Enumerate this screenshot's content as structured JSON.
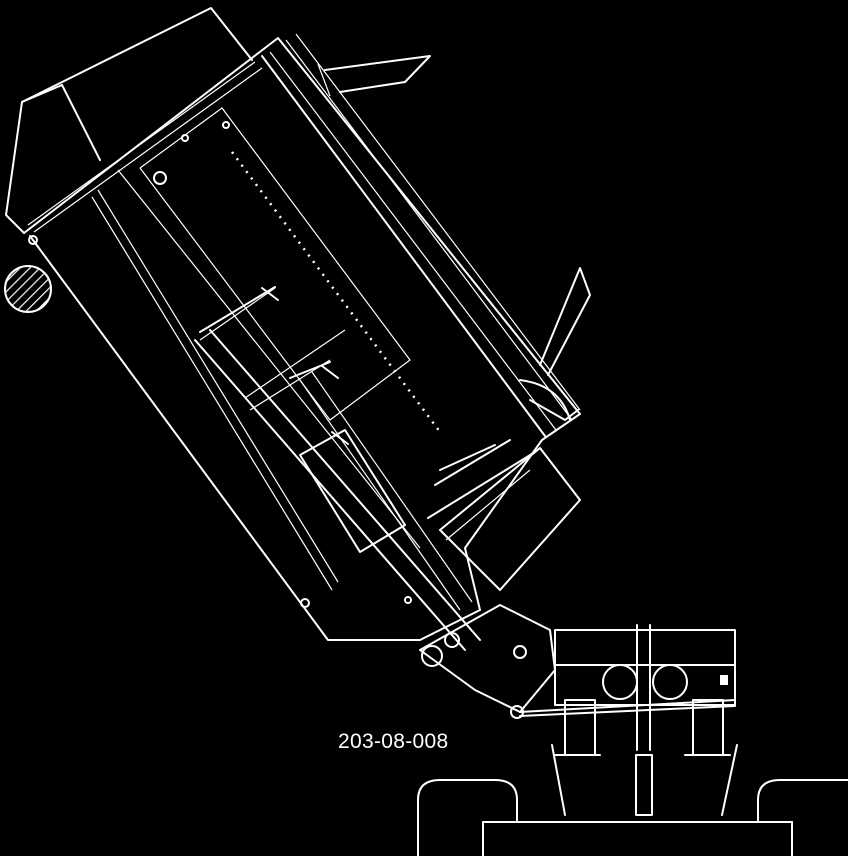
{
  "diagram": {
    "drawing_number": "203-08-008",
    "colors": {
      "background": "#000000",
      "line": "#ffffff"
    },
    "components": [
      "tilted-hopper-body",
      "hopper-lid",
      "upper-discharge-flap",
      "lower-discharge-flap",
      "hatched-roller-section",
      "hydraulic-cylinder",
      "pivot-bracket",
      "tractor-linkage-frame",
      "gear-housings",
      "tractor-tyres"
    ]
  }
}
